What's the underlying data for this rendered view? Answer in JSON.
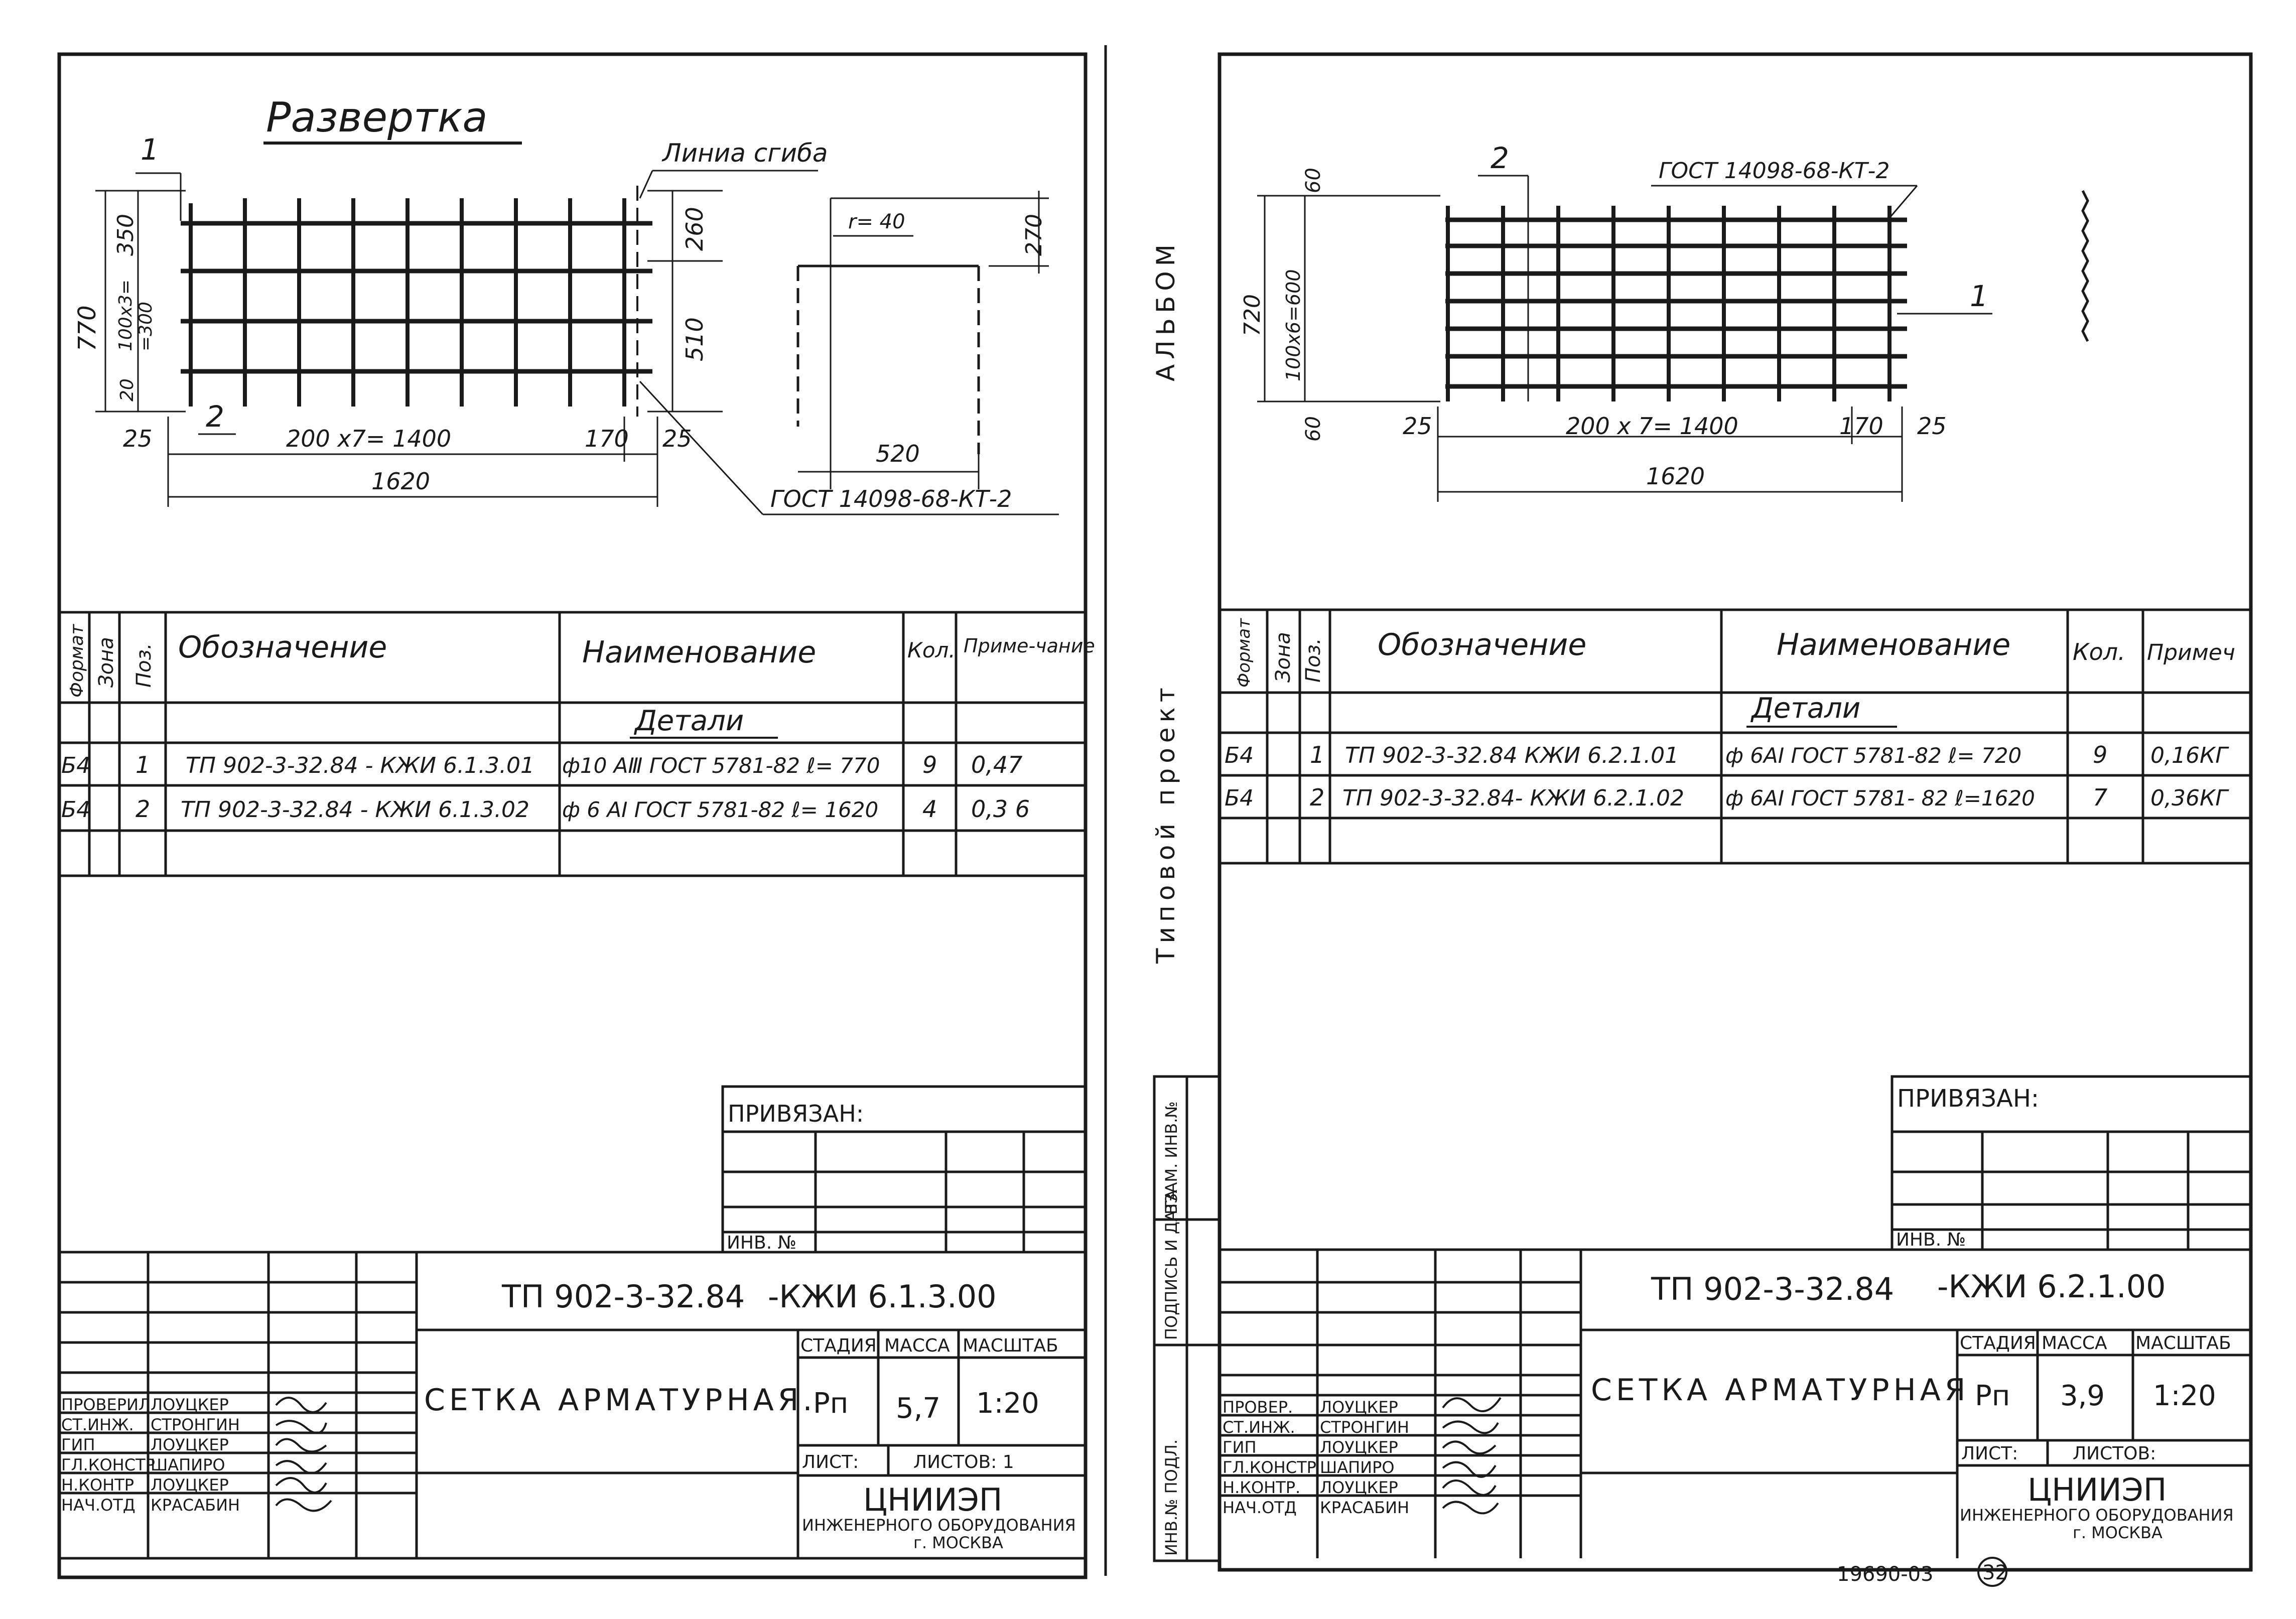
{
  "left": {
    "drawing": {
      "title": "Развертка",
      "bend_line_label": "Линиа сгиба",
      "pos_1": "1",
      "pos_2": "2",
      "dims": {
        "d350": "350",
        "d770": "770",
        "d100x3": "100х3=",
        "d300": "=300",
        "d20": "20",
        "d260": "260",
        "d510": "510",
        "d25a": "25",
        "d25b": "25",
        "d1400": "200 х7= 1400",
        "d170": "170",
        "d1620": "1620",
        "r40": "r= 40",
        "d270": "270",
        "d520": "520"
      },
      "gost_label": "ГОСТ 14098-68-КТ-2"
    },
    "spec": {
      "headers": {
        "format": "Формат",
        "zone": "Зона",
        "pos": "Поз.",
        "designation": "Обозначение",
        "name": "Наименование",
        "qty": "Кол.",
        "note": "Приме-чание"
      },
      "section": "Детали",
      "rows": [
        {
          "format": "Б4",
          "pos": "1",
          "designation": "ТП 902-3-32.84 - КЖИ 6.1.3.01",
          "name": "ф10 АⅢ ГОСТ 5781-82 ℓ= 770",
          "qty": "9",
          "note": "0,47"
        },
        {
          "format": "Б4",
          "pos": "2",
          "designation": "ТП 902-3-32.84 - КЖИ 6.1.3.02",
          "name": "ф 6 АⅠ ГОСТ 5781-82 ℓ= 1620",
          "qty": "4",
          "note": "0,3 6"
        }
      ]
    },
    "privyazan": "ПРИВЯЗАН:",
    "inv_no": "ИНВ. №",
    "title_block": {
      "code": "ТП 902-3-32.84",
      "subcode": "-КЖИ 6.1.3.00",
      "name": "СЕТКА АРМАТУРНАЯ.",
      "stage_label": "СТАДИЯ",
      "mass_label": "МАССА",
      "scale_label": "МАСШТАБ",
      "stage": "Рп",
      "mass": "5,7",
      "scale": "1:20",
      "sheet_label": "ЛИСТ:",
      "sheets_label": "ЛИСТОВ: 1",
      "org": "ЦНИИЭП",
      "org_sub": "ИНЖЕНЕРНОГО ОБОРУДОВАНИЯ",
      "city": "г. МОСКВА",
      "roles": [
        "ПРОВЕРИЛ",
        "СТ.ИНЖ.",
        "ГИП",
        "ГЛ.КОНСТР",
        "Н.КОНТР",
        "НАЧ.ОТД"
      ],
      "names": [
        "ЛОУЦКЕР",
        "СТРОНГИН",
        "ЛОУЦКЕР",
        "ШАПИРО",
        "ЛОУЦКЕР",
        "КРАСАБИН"
      ]
    }
  },
  "right": {
    "drawing": {
      "pos_2": "2",
      "pos_1": "1",
      "gost_label": "ГОСТ 14098-68-КТ-2",
      "dims": {
        "d60a": "60",
        "d60b": "60",
        "d720": "720",
        "d600": "100х6=600",
        "d25a": "25",
        "d25b": "25",
        "d1400": "200 х 7= 1400",
        "d170": "170",
        "d1620": "1620"
      }
    },
    "spec": {
      "headers": {
        "format": "Формат",
        "zone": "Зона",
        "pos": "Поз.",
        "designation": "Обозначение",
        "name": "Наименование",
        "qty": "Кол.",
        "note": "Примеч"
      },
      "section": "Детали",
      "rows": [
        {
          "format": "Б4",
          "pos": "1",
          "designation": "ТП 902-3-32.84 КЖИ 6.2.1.01",
          "name": "ф 6АⅠ ГОСТ 5781-82 ℓ= 720",
          "qty": "9",
          "note": "0,16КГ"
        },
        {
          "format": "Б4",
          "pos": "2",
          "designation": "ТП 902-3-32.84- КЖИ 6.2.1.02",
          "name": "ф 6АⅠ ГОСТ 5781- 82 ℓ=1620",
          "qty": "7",
          "note": "0,36КГ"
        }
      ]
    },
    "privyazan": "ПРИВЯЗАН:",
    "inv_no": "ИНВ. №",
    "side_strip": [
      "ИНВ.№ ПОДЛ.",
      "ПОДПИСЬ И ДАТА",
      "ВЗАМ. ИНВ.№"
    ],
    "title_block": {
      "code": "ТП 902-3-32.84",
      "subcode": "-КЖИ 6.2.1.00",
      "name": "СЕТКА АРМАТУРНАЯ",
      "stage_label": "СТАДИЯ",
      "mass_label": "МАССА",
      "scale_label": "МАСШТАБ",
      "stage": "Рп",
      "mass": "3,9",
      "scale": "1:20",
      "sheet_label": "ЛИСТ:",
      "sheets_label": "ЛИСТОВ:",
      "org": "ЦНИИЭП",
      "org_sub": "ИНЖЕНЕРНОГО ОБОРУДОВАНИЯ",
      "city": "г. МОСКВА",
      "roles": [
        "ПРОВЕР.",
        "СТ.ИНЖ.",
        "ГИП",
        "ГЛ.КОНСТР",
        "Н.КОНТР.",
        "НАЧ.ОТД"
      ],
      "names": [
        "ЛОУЦКЕР",
        "СТРОНГИН",
        "ЛОУЦКЕР",
        "ШАПИРО",
        "ЛОУЦКЕР",
        "КРАСАБИН"
      ]
    }
  },
  "margin_vertical": {
    "album": "АЛЬБОМ",
    "project": "Типовой проект"
  },
  "footer": {
    "code": "19690-03",
    "page": "32"
  }
}
